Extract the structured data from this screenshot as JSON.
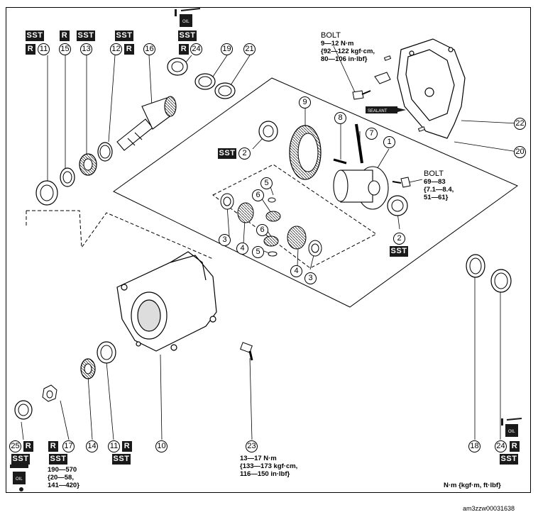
{
  "badges": {
    "sst": "SST",
    "r": "R"
  },
  "callouts": {
    "n1": "1",
    "n2": "2",
    "n3": "3",
    "n4": "4",
    "n5": "5",
    "n6": "6",
    "n7": "7",
    "n8": "8",
    "n9": "9",
    "n10": "10",
    "n11": "11",
    "n12": "12",
    "n13": "13",
    "n14": "14",
    "n15": "15",
    "n16": "16",
    "n17": "17",
    "n18": "18",
    "n19": "19",
    "n20": "20",
    "n21": "21",
    "n22": "22",
    "n23": "23",
    "n24": "24",
    "n25": "25"
  },
  "specs": {
    "bolt_top": {
      "title": "BOLT",
      "line1": "9—12 N·m",
      "line2": "{92—122 kgf·cm,",
      "line3": "80—106 in·lbf}"
    },
    "bolt_right": {
      "title": "BOLT",
      "line1": "69—83",
      "line2": "{7.1—8.4,",
      "line3": "51—61}"
    },
    "nut_17": {
      "line1": "190—570",
      "line2": "{20—58,",
      "line3": "141—420}"
    },
    "sensor_23": {
      "line1": "13—17 N·m",
      "line2": "{133—173 kgf·cm,",
      "line3": "116—150 in·lbf}"
    }
  },
  "labels": {
    "oil": "OIL",
    "sealant": "SEALANT"
  },
  "units": "N·m {kgf·m, ft·lbf}",
  "image_code": "am3zzw00031638"
}
